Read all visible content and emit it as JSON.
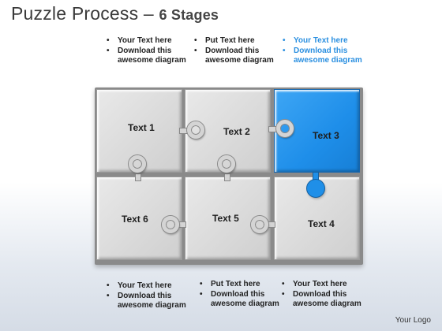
{
  "title": {
    "main": "Puzzle Process – ",
    "sub": "6 Stages"
  },
  "notes_top": [
    {
      "items": [
        "Your Text here",
        "Download this awesome diagram"
      ],
      "highlight": false
    },
    {
      "items": [
        "Put Text here",
        "Download this awesome diagram"
      ],
      "highlight": false
    },
    {
      "items": [
        "Your Text here",
        "Download this awesome diagram"
      ],
      "highlight": true
    }
  ],
  "notes_bottom": [
    {
      "items": [
        "Your Text here",
        "Download this awesome diagram"
      ]
    },
    {
      "items": [
        "Put Text here",
        "Download this awesome diagram"
      ]
    },
    {
      "items": [
        "Your Text here",
        "Download this awesome diagram"
      ]
    }
  ],
  "pieces": [
    {
      "label": "Text 1",
      "active": false
    },
    {
      "label": "Text 2",
      "active": false
    },
    {
      "label": "Text 3",
      "active": true
    },
    {
      "label": "Text 4",
      "active": false
    },
    {
      "label": "Text 5",
      "active": false
    },
    {
      "label": "Text 6",
      "active": false
    }
  ],
  "colors": {
    "accent": "#1f8fe8",
    "piece": "#d9d9d9",
    "title": "#3a3a3a"
  },
  "logo": "Your Logo"
}
